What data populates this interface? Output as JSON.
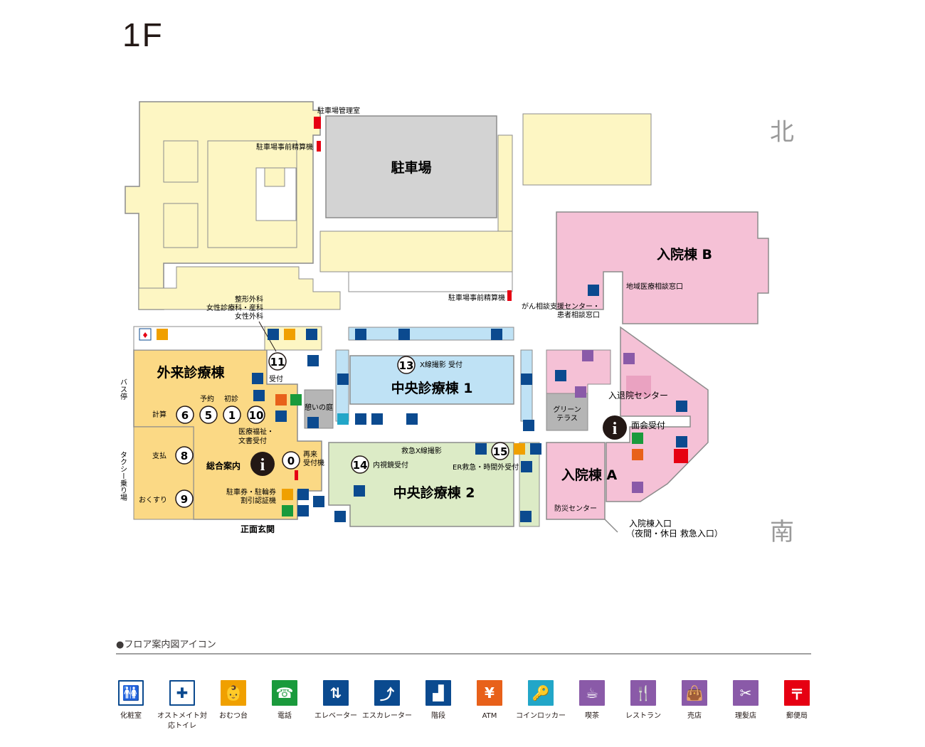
{
  "floor": "1F",
  "compass": {
    "north": "北",
    "south": "南"
  },
  "buildings": {
    "parking": "駐車場",
    "ward_b": "入院棟 B",
    "ward_a": "入院棟 A",
    "outpatient": "外来診療棟",
    "central1": "中央診療棟 1",
    "central2": "中央診療棟 2",
    "green_terrace_1": "グリーン",
    "green_terrace_2": "テラス",
    "garden": "憩いの庭"
  },
  "labels": {
    "parking_office": "駐車場管理室",
    "prepay_1": "駐車場事前精算機",
    "prepay_2": "駐車場事前精算機",
    "regional": "地域医療相談窓口",
    "cancer_1": "がん相談支援センター・",
    "cancer_2": "患者相談窓口",
    "ortho_1": "整形外科",
    "ortho_2": "女性診療科・産科",
    "ortho_3": "女性外科",
    "xray_reception": "X線撮影 受付",
    "admission_center": "入退院センター",
    "visitor_reception": "面会受付",
    "reception_11": "受付",
    "booking": "予約",
    "first_visit": "初診",
    "billing": "計算",
    "payment": "支払",
    "pharmacy": "おくすり",
    "welfare_1": "医療福祉・",
    "welfare_2": "文書受付",
    "general_info": "総合案内",
    "revisit_1": "再来",
    "revisit_2": "受付機",
    "ticket_1": "駐車券・駐輪券",
    "ticket_2": "割引認証機",
    "main_entrance": "正面玄関",
    "emergency_xray": "救急X線撮影",
    "endoscopy": "内視鏡受付",
    "er_reception": "ER救急・時間外受付",
    "disaster_center": "防災センター",
    "ward_entrance_1": "入院棟入口",
    "ward_entrance_2": "（夜間・休日 救急入口）",
    "bus_stop": "バス停",
    "taxi": "タクシー乗り場"
  },
  "numbers": {
    "n0": "0",
    "n1": "1",
    "n5": "5",
    "n6": "6",
    "n8": "8",
    "n9": "9",
    "n10": "10",
    "n11": "11",
    "n13": "13",
    "n14": "14",
    "n15": "15"
  },
  "legend": {
    "title": "●フロア案内図アイコン",
    "items": [
      {
        "name": "restroom",
        "label": "化粧室",
        "color": "#0b4a8f",
        "glyph": "🚻"
      },
      {
        "name": "ostomate",
        "label": "オストメイト対応トイレ",
        "color": "#0b4a8f",
        "glyph": "✚"
      },
      {
        "name": "diaper",
        "label": "おむつ台",
        "color": "#f0a000",
        "glyph": "👶"
      },
      {
        "name": "phone",
        "label": "電話",
        "color": "#1a9a3c",
        "glyph": "☎"
      },
      {
        "name": "elevator",
        "label": "エレベーター",
        "color": "#0b4a8f",
        "glyph": "⇅"
      },
      {
        "name": "escalator",
        "label": "エスカレーター",
        "color": "#0b4a8f",
        "glyph": "⤴"
      },
      {
        "name": "stairs",
        "label": "階段",
        "color": "#0b4a8f",
        "glyph": "▟"
      },
      {
        "name": "atm",
        "label": "ATM",
        "color": "#e8611a",
        "glyph": "¥"
      },
      {
        "name": "coin-locker",
        "label": "コインロッカー",
        "color": "#22a6c8",
        "glyph": "🔑"
      },
      {
        "name": "cafe",
        "label": "喫茶",
        "color": "#8a5aa8",
        "glyph": "☕"
      },
      {
        "name": "restaurant",
        "label": "レストラン",
        "color": "#8a5aa8",
        "glyph": "🍴"
      },
      {
        "name": "shop",
        "label": "売店",
        "color": "#8a5aa8",
        "glyph": "👜"
      },
      {
        "name": "barber",
        "label": "理髪店",
        "color": "#8a5aa8",
        "glyph": "✂"
      },
      {
        "name": "post-office",
        "label": "郵便局",
        "color": "#e60012",
        "glyph": "〒"
      }
    ]
  },
  "colors": {
    "yellow": "#fdf6c3",
    "orange": "#fbd985",
    "gray": "#d3d3d3",
    "pink": "#f5c1d6",
    "blue": "#bfe2f5",
    "green": "#dcebc6",
    "darkpink": "#eaa2c1"
  }
}
